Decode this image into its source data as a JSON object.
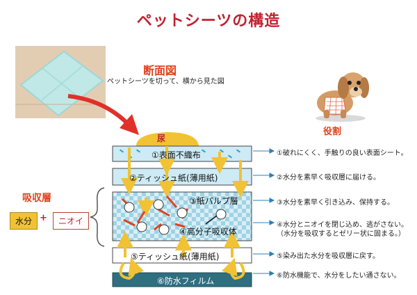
{
  "title": "ペットシーツの構造",
  "section": {
    "title": "断面図",
    "subtitle": "ペットシーツを切って、横から見た図"
  },
  "role_label": "役割",
  "urine_label": "尿",
  "absorbent_layer": {
    "title": "吸収層",
    "water": "水分",
    "plus": "+",
    "odor": "ニオイ"
  },
  "layers": [
    {
      "label": "①表面不織布",
      "description": "①破れにくく、手触りの良い表面シート。"
    },
    {
      "label": "②ティッシュ紙(薄用紙)",
      "description": "②水分を素早く吸収層に届ける。"
    },
    {
      "label": "③紙パルプ層",
      "description": "③水分を素早く引き込み、保持する。"
    },
    {
      "label": "④高分子吸収体",
      "description": "④水分とニオイを閉じ込め、逃がさない。",
      "description2": "（水分を吸収するとゼリー状に固まる。）"
    },
    {
      "label": "⑤ティッシュ紙(薄用紙)",
      "description": "⑤染み出た水分を吸収層に戻す。"
    },
    {
      "label": "⑥防水フィルム",
      "description": "⑥防水機能で、水分をしたい通さない。"
    }
  ],
  "colors": {
    "title": "#c02230",
    "accent": "#e0421e",
    "water": "#f1c233",
    "layer_blue": "#cdeaf5",
    "film": "#2e6f80",
    "arrow_red": "#e0421e"
  }
}
